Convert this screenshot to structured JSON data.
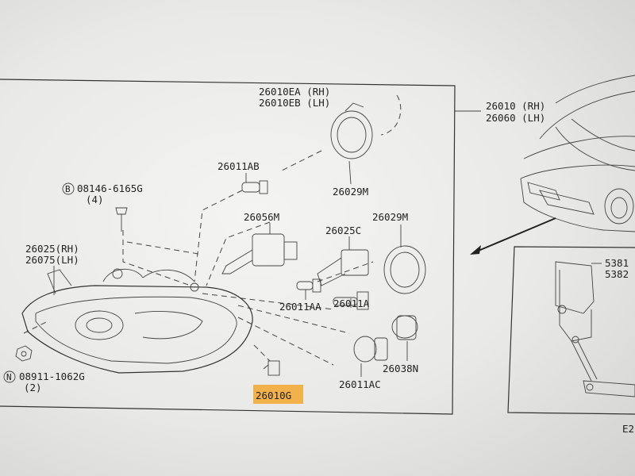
{
  "diagram": {
    "assembly_label": {
      "line1": "26010 (RH)",
      "line2": "26060 (LH)"
    },
    "parts": [
      {
        "id": "p1",
        "line1": "26010EA (RH)",
        "line2": "26010EB (LH)"
      },
      {
        "id": "p2",
        "line1": "26011AB"
      },
      {
        "id": "p3",
        "line1": "26029M"
      },
      {
        "id": "p4",
        "line1": "26056M"
      },
      {
        "id": "p5",
        "line1": "26025C"
      },
      {
        "id": "p6",
        "line1": "26029M"
      },
      {
        "id": "p7",
        "line1": "26011AA"
      },
      {
        "id": "p8",
        "line1": "26011A"
      },
      {
        "id": "p9",
        "line1": "26038N"
      },
      {
        "id": "p10",
        "line1": "26011AC"
      },
      {
        "id": "p11",
        "line1": "26010G",
        "highlighted": true
      },
      {
        "id": "p12",
        "line1": "26025(RH)",
        "line2": "26075(LH)"
      },
      {
        "id": "p13",
        "line1": "08146-6165G",
        "line2": "(4)",
        "symbol": "B"
      },
      {
        "id": "p14",
        "line1": "08911-1062G",
        "line2": "(2)",
        "symbol": "N"
      }
    ],
    "inset_labels": {
      "line1": "5381",
      "line2": "5382"
    },
    "corner_label": "E2",
    "highlight_color": "#f3b14b"
  }
}
